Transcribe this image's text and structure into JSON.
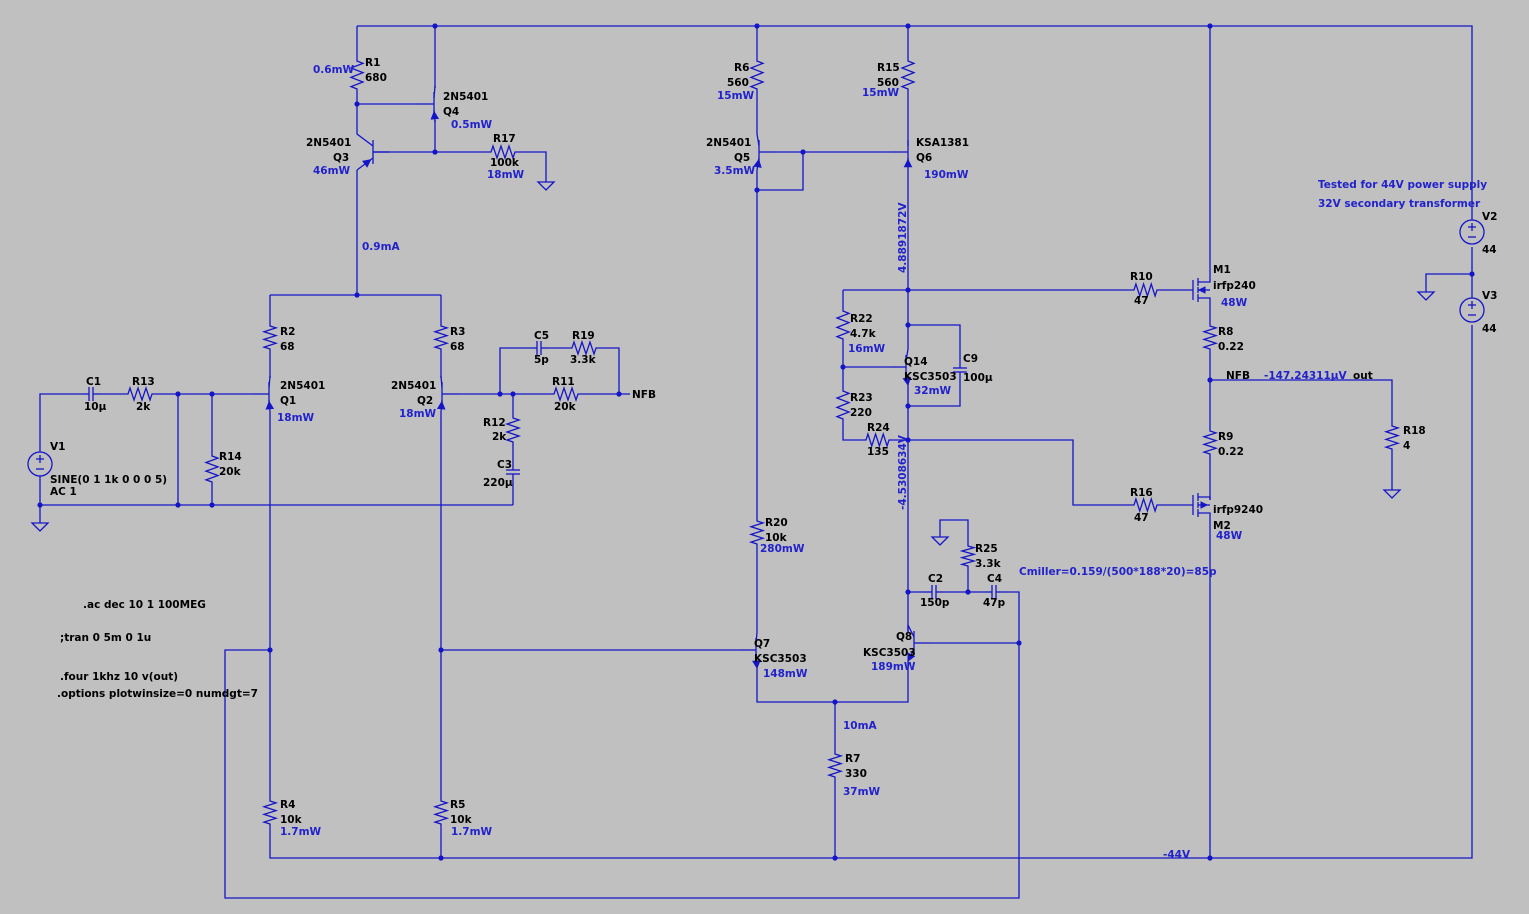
{
  "colors": {
    "background": "#c0c0c0",
    "wire": "#1515c8",
    "label": "#000000",
    "value": "#2222cc"
  },
  "labels": {
    "R1": "R1",
    "R1v": "680",
    "R1p": "0.6mW",
    "Q4": "Q4",
    "Q4t": "2N5401",
    "Q4p": "0.5mW",
    "Q3": "Q3",
    "Q3t": "2N5401",
    "Q3p": "46mW",
    "R17": "R17",
    "R17v": "100k",
    "R17p": "18mW",
    "I09": "0.9mA",
    "R2": "R2",
    "R2v": "68",
    "R3": "R3",
    "R3v": "68",
    "Q1": "Q1",
    "Q1t": "2N5401",
    "Q1p": "18mW",
    "Q2": "Q2",
    "Q2t": "2N5401",
    "Q2p": "18mW",
    "C1": "C1",
    "C1v": "10µ",
    "R13": "R13",
    "R13v": "2k",
    "R14": "R14",
    "R14v": "20k",
    "V1": "V1",
    "V1src": "SINE(0 1 1k 0 0 0 5)",
    "V1ac": "AC 1",
    "C5": "C5",
    "C5v": "5p",
    "R19": "R19",
    "R19v": "3.3k",
    "R11": "R11",
    "R11v": "20k",
    "NFB1": "NFB",
    "R12": "R12",
    "R12v": "2k",
    "C3": "C3",
    "C3v": "220µ",
    "R6": "R6",
    "R6v": "560",
    "R6p": "15mW",
    "R15": "R15",
    "R15v": "560",
    "R15p": "15mW",
    "Q5": "Q5",
    "Q5t": "2N5401",
    "Q5p": "3.5mW",
    "Q6": "Q6",
    "Q6t": "KSA1381",
    "Q6p": "190mW",
    "Vtop": "4.8891872V",
    "R22": "R22",
    "R22v": "4.7k",
    "R22p": "16mW",
    "Q14": "Q14",
    "Q14t": "KSC3503",
    "Q14p": "32mW",
    "C9": "C9",
    "C9v": "100µ",
    "R23": "R23",
    "R23v": "220",
    "R24": "R24",
    "R24v": "135",
    "Vbot": "-4.5308634V",
    "R20": "R20",
    "R20v": "10k",
    "R20p": "280mW",
    "R25": "R25",
    "R25v": "3.3k",
    "C2": "C2",
    "C2v": "150p",
    "C4": "C4",
    "C4v": "47p",
    "Q7": "Q7",
    "Q7t": "KSC3503",
    "Q7p": "148mW",
    "Q8": "Q8",
    "Q8t": "KSC3503",
    "Q8p": "189mW",
    "I10": "10mA",
    "R7": "R7",
    "R7v": "330",
    "R7p": "37mW",
    "R4": "R4",
    "R4v": "10k",
    "R4p": "1.7mW",
    "R5": "R5",
    "R5v": "10k",
    "R5p": "1.7mW",
    "R10": "R10",
    "R10v": "47",
    "M1": "M1",
    "M1t": "irfp240",
    "M1p": "48W",
    "R8": "R8",
    "R8v": "0.22",
    "NFB2": "NFB",
    "Vout": "-147.24311µV",
    "out": "out",
    "R9": "R9",
    "R9v": "0.22",
    "R16": "R16",
    "R16v": "47",
    "M2": "M2",
    "M2t": "irfp9240",
    "M2p": "48W",
    "R18": "R18",
    "R18v": "4",
    "V2": "V2",
    "V2v": "44",
    "V3": "V3",
    "V3v": "44",
    "note1": "Tested for 44V power supply",
    "note2": "32V secondary transformer",
    "cmiller": "Cmiller=0.159/(500*188*20)=85p",
    "ac": ".ac dec 10 1 100MEG",
    "tran": ";tran 0 5m 0 1u",
    "four": ".four 1khz 10 v(out)",
    "opts": ".options plotwinsize=0 numdgt=7",
    "neg44": "-44V"
  }
}
